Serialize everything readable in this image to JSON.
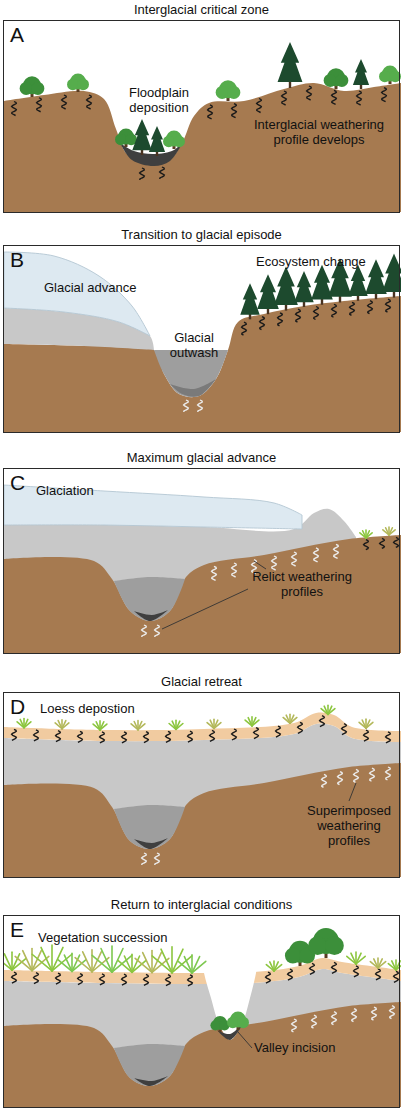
{
  "diagram": {
    "nodes": [
      {
        "text": [
          "Interglacial critical zone",
          "A"
        ]
      },
      {
        "text": [
          "Transition to glacial episode",
          "B"
        ]
      },
      {
        "text": [
          "Maximum glacial advance",
          "C"
        ]
      },
      {
        "text": [
          "Glacial retreat",
          "D"
        ]
      },
      {
        "text": [
          "Return to interglacial conditions",
          "E"
        ]
      }
    ],
    "labels": [
      "Floodplain deposition",
      "Interglacial weathering profile develops",
      "Glacial advance",
      "Ecosystem change",
      "Glacial outwash",
      "Glaciation",
      "Relict weathering profiles",
      "Loess depostion",
      "Superimposed weathering profiles",
      "Vegetation succession",
      "Valley incision"
    ]
  }
}
